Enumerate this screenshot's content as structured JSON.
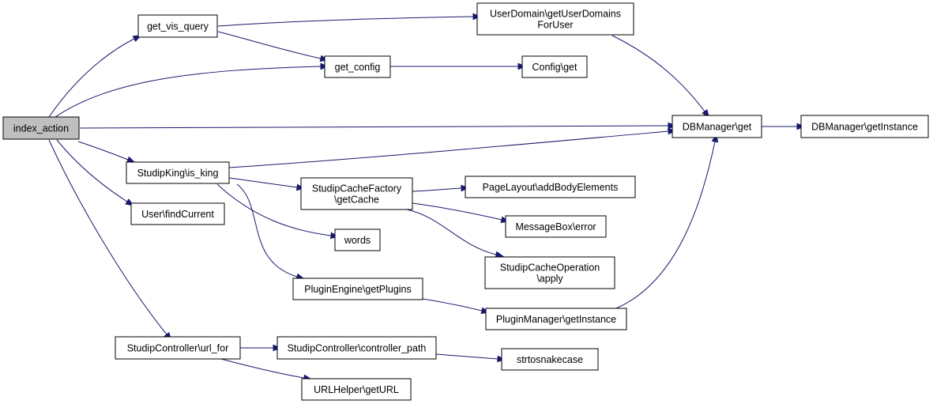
{
  "colors": {
    "edge": "#191970",
    "root_fill": "#bfbfbf",
    "node_fill": "#ffffff",
    "node_border": "#000000"
  },
  "nodes": {
    "index_action": {
      "lines": [
        "index_action"
      ]
    },
    "get_vis_query": {
      "lines": [
        "get_vis_query"
      ]
    },
    "get_config": {
      "lines": [
        "get_config"
      ]
    },
    "userdomain_get": {
      "lines": [
        "UserDomain\\getUserDomains",
        "ForUser"
      ]
    },
    "config_get": {
      "lines": [
        "Config\\get"
      ]
    },
    "dbmanager_get": {
      "lines": [
        "DBManager\\get"
      ]
    },
    "dbmanager_getinstance": {
      "lines": [
        "DBManager\\getInstance"
      ]
    },
    "studipking": {
      "lines": [
        "StudipKing\\is_king"
      ]
    },
    "cachefactory": {
      "lines": [
        "StudipCacheFactory",
        "\\getCache"
      ]
    },
    "pagelayout": {
      "lines": [
        "PageLayout\\addBodyElements"
      ]
    },
    "user_findcurrent": {
      "lines": [
        "User\\findCurrent"
      ]
    },
    "messagebox": {
      "lines": [
        "MessageBox\\error"
      ]
    },
    "words": {
      "lines": [
        "words"
      ]
    },
    "cacheoperation": {
      "lines": [
        "StudipCacheOperation",
        "\\apply"
      ]
    },
    "pluginengine": {
      "lines": [
        "PluginEngine\\getPlugins"
      ]
    },
    "pluginmanager": {
      "lines": [
        "PluginManager\\getInstance"
      ]
    },
    "url_for": {
      "lines": [
        "StudipController\\url_for"
      ]
    },
    "controller_path": {
      "lines": [
        "StudipController\\controller_path"
      ]
    },
    "strtosnakecase": {
      "lines": [
        "strtosnakecase"
      ]
    },
    "urlhelper": {
      "lines": [
        "URLHelper\\getURL"
      ]
    }
  },
  "edges": [
    [
      "index_action",
      "get_vis_query"
    ],
    [
      "index_action",
      "get_config"
    ],
    [
      "index_action",
      "dbmanager_get"
    ],
    [
      "index_action",
      "studipking"
    ],
    [
      "index_action",
      "user_findcurrent"
    ],
    [
      "index_action",
      "url_for"
    ],
    [
      "get_vis_query",
      "userdomain_get"
    ],
    [
      "get_vis_query",
      "get_config"
    ],
    [
      "get_config",
      "config_get"
    ],
    [
      "userdomain_get",
      "dbmanager_get"
    ],
    [
      "dbmanager_get",
      "dbmanager_getinstance"
    ],
    [
      "studipking",
      "dbmanager_get"
    ],
    [
      "studipking",
      "cachefactory"
    ],
    [
      "studipking",
      "words"
    ],
    [
      "studipking",
      "pluginengine"
    ],
    [
      "cachefactory",
      "pagelayout"
    ],
    [
      "cachefactory",
      "messagebox"
    ],
    [
      "cachefactory",
      "cacheoperation"
    ],
    [
      "pluginengine",
      "pluginmanager"
    ],
    [
      "pluginmanager",
      "dbmanager_get"
    ],
    [
      "url_for",
      "controller_path"
    ],
    [
      "url_for",
      "urlhelper"
    ],
    [
      "controller_path",
      "strtosnakecase"
    ]
  ]
}
